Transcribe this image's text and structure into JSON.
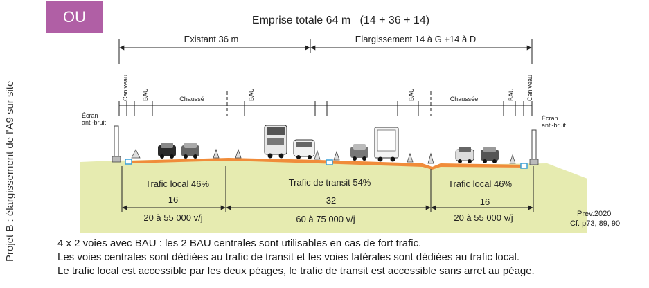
{
  "badge": "OU",
  "side_title": "Projet B : élargissement de l'A9 sur site",
  "title": "Emprise totale 64 m   (14 + 36 + 14)",
  "dims": {
    "existing": "Existant 36 m",
    "widening": "Elargissement 14 à G +14 à D"
  },
  "elements": {
    "caniveau": "Caniveau",
    "bau": "BAU",
    "chausse_left": "Chaussé",
    "chaussee_right": "Chaussée"
  },
  "ecran": {
    "line1": "Écran",
    "line2": "anti-bruit"
  },
  "zones": [
    {
      "label": "Trafic local 46%",
      "width": "16",
      "volume": "20 à 55 000 v/j"
    },
    {
      "label": "Trafic de transit 54%",
      "width": "32",
      "volume": "60 à 75 000 v/j"
    },
    {
      "label": "Trafic local 46%",
      "width": "16",
      "volume": "20 à 55 000 v/j"
    }
  ],
  "source": {
    "line1": "Prev.2020",
    "line2": "Cf. p73, 89, 90"
  },
  "captions": [
    "4 x 2 voies avec BAU :  les 2 BAU centrales sont utilisables en cas de fort trafic.",
    "Les voies centrales sont dédiées au trafic de transit et les voies latérales sont dédiées au trafic local.",
    "Le trafic local est accessible par les deux péages, le trafic de transit est accessible sans arret au péage."
  ],
  "colors": {
    "badge": "#b05fa5",
    "ground": "#e6ebb0",
    "road_surface": "#f08c3a",
    "water": "#3aa0d8"
  }
}
